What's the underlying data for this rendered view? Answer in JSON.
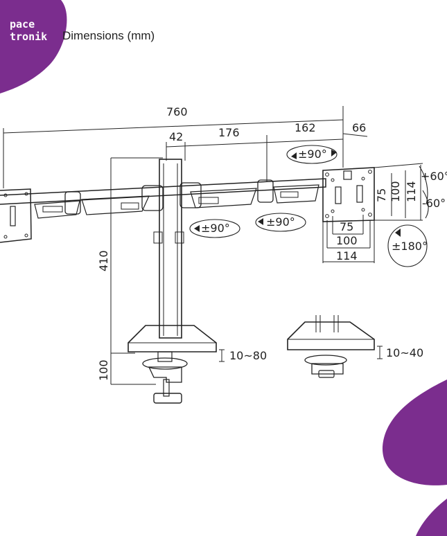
{
  "brand": {
    "line1": "pace",
    "line2": "tronik",
    "color": "#7b2d8e"
  },
  "title": "Dimensions (mm)",
  "dimensions": {
    "total_width": "760",
    "d42": "42",
    "d176": "176",
    "d162": "162",
    "d66": "66",
    "height": "410",
    "base_height": "100",
    "clamp_range_1": "10~80",
    "clamp_range_2": "10~40",
    "vesa_75_h": "75",
    "vesa_100_h": "100",
    "vesa_114_h": "114",
    "vesa_75_w": "75",
    "vesa_100_w": "100",
    "vesa_114_w": "114"
  },
  "rotations": {
    "swivel_top": "±90°",
    "swivel_left": "±90°",
    "swivel_mid": "±90°",
    "tilt_up": "+60°",
    "tilt_down": "-60°",
    "rotate": "±180°"
  }
}
